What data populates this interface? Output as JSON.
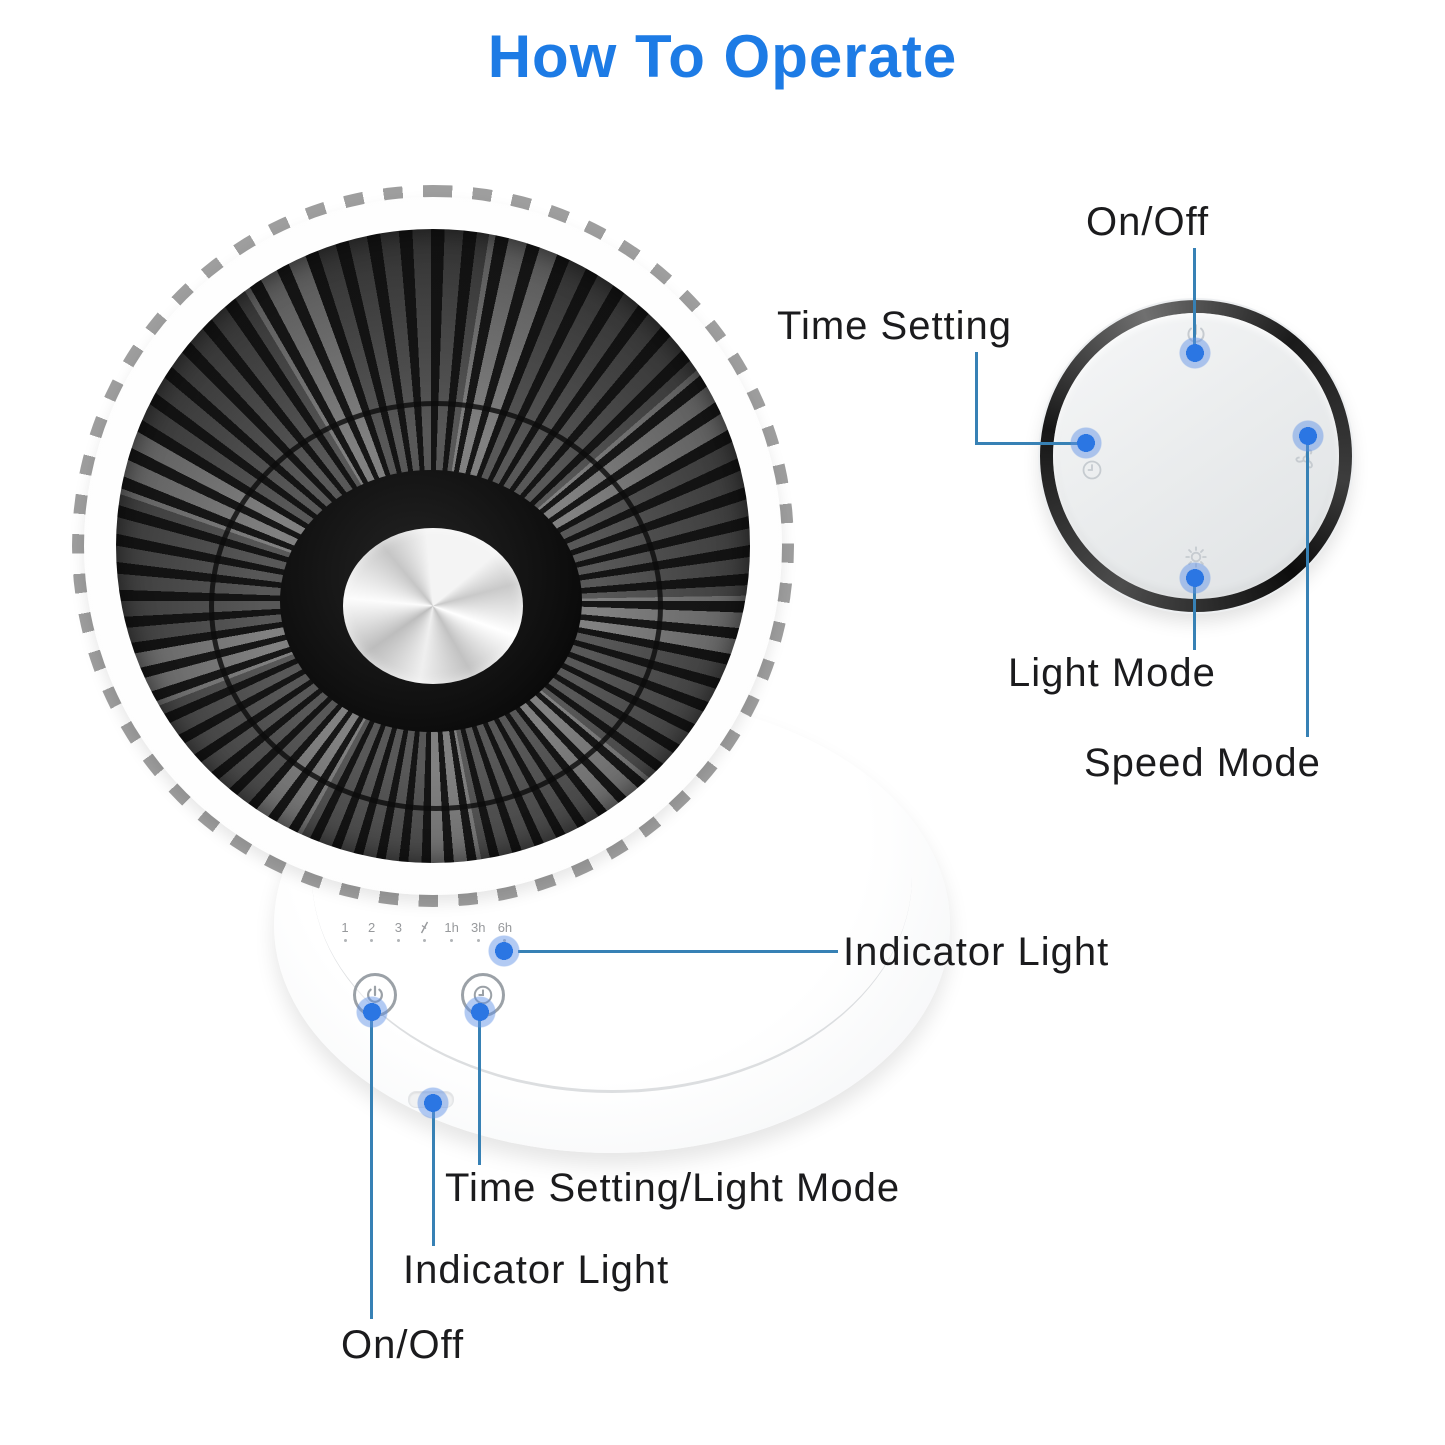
{
  "title": {
    "text": "How To Operate"
  },
  "colors": {
    "accent_blue": "#1d7be5",
    "callout_line": "#3781b5",
    "dot_core": "#2b76e3",
    "label_text": "#1b1b1d"
  },
  "dial": {
    "callouts": {
      "on_off": "On/Off",
      "time_setting": "Time Setting",
      "light_mode": "Light Mode",
      "speed_mode": "Speed Mode"
    },
    "icons": [
      "power-icon",
      "clock-icon",
      "fan-icon",
      "light-icon"
    ]
  },
  "base": {
    "indicator_row": {
      "speeds": [
        "1",
        "2",
        "3"
      ],
      "mode_icon": "breeze-slash-icon",
      "timers": [
        "1h",
        "3h",
        "6h"
      ]
    },
    "buttons": {
      "power": "power-icon",
      "timer": "clock-icon"
    },
    "callouts": {
      "indicator_light_top": "Indicator Light",
      "time_setting_light_mode": "Time Setting/Light Mode",
      "indicator_light_bottom": "Indicator Light",
      "on_off": "On/Off"
    }
  }
}
